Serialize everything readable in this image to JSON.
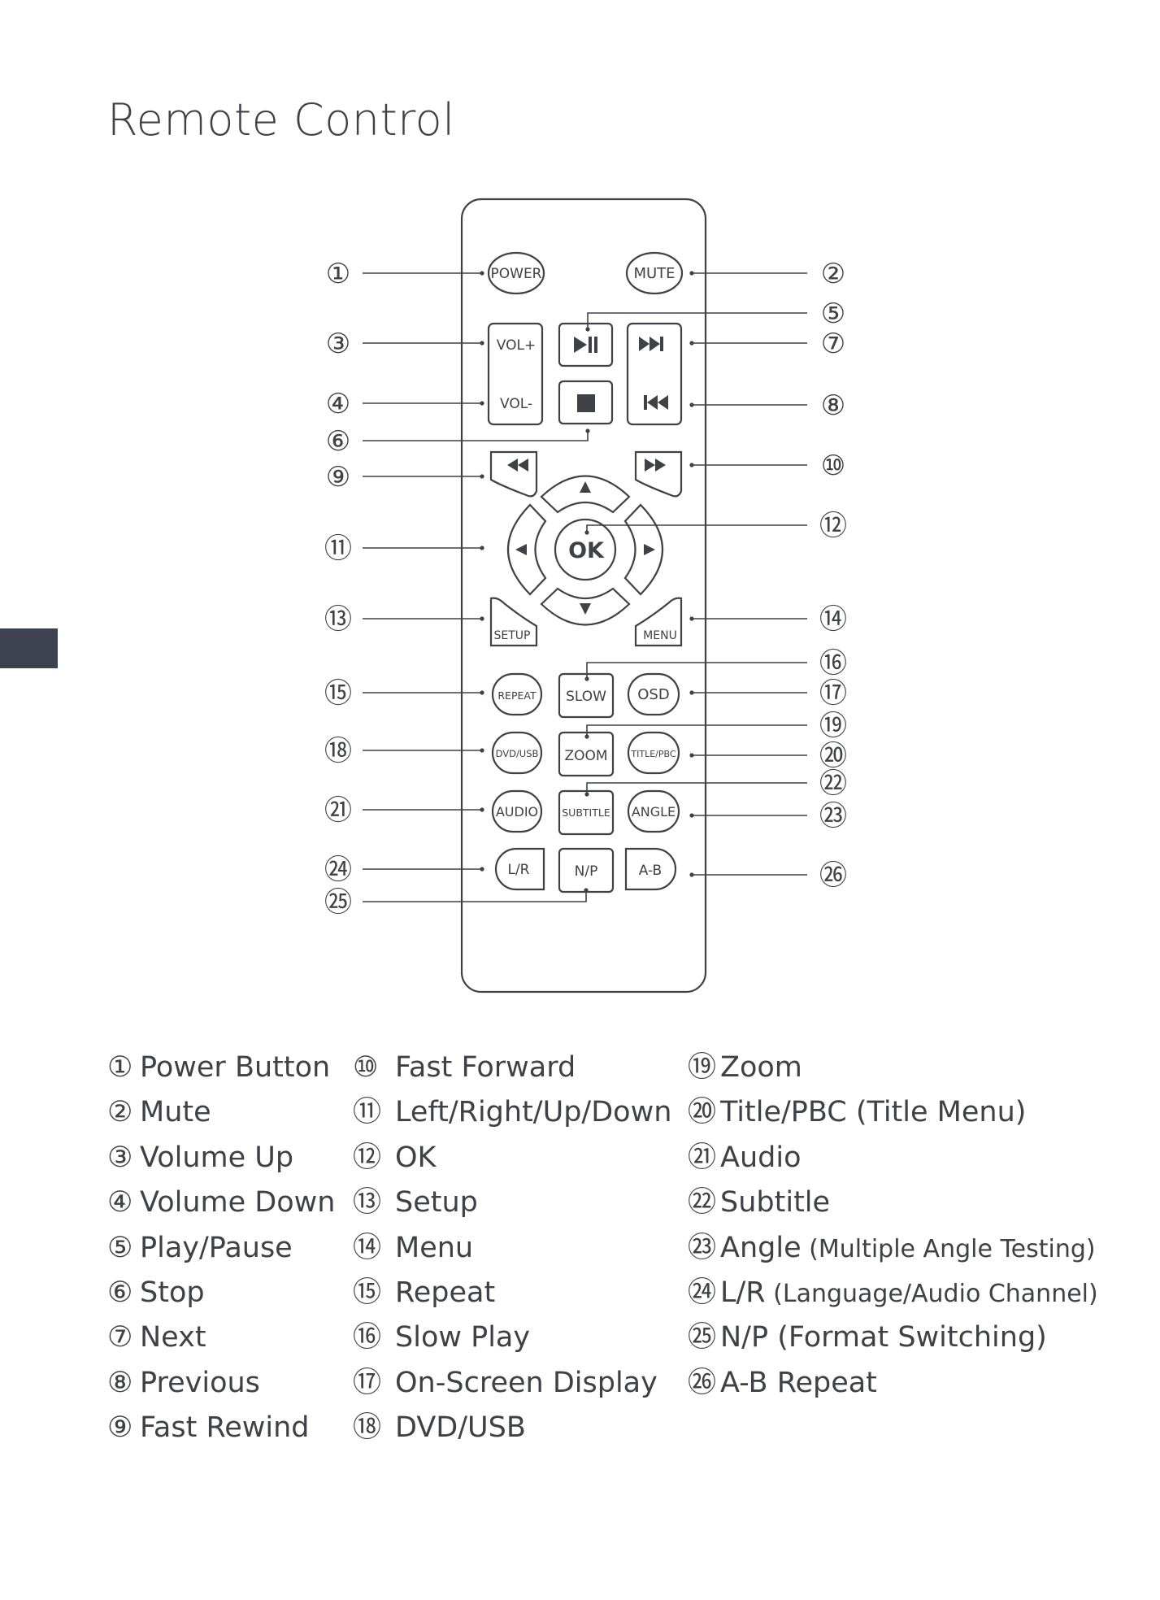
{
  "title": "Remote Control",
  "buttons": {
    "power": "POWER",
    "mute": "MUTE",
    "vol_up": "VOL+",
    "vol_down": "VOL-",
    "ok": "OK",
    "setup": "SETUP",
    "menu": "MENU",
    "repeat": "REPEAT",
    "slow": "SLOW",
    "osd": "OSD",
    "dvd_usb": "DVD/USB",
    "zoom": "ZOOM",
    "title_pbc": "TITLE/PBC",
    "audio": "AUDIO",
    "subtitle": "SUBTITLE",
    "angle": "ANGLE",
    "lr": "L/R",
    "np": "N/P",
    "ab": "A-B"
  },
  "callouts": {
    "c1": "①",
    "c2": "②",
    "c3": "③",
    "c4": "④",
    "c5": "⑤",
    "c6": "⑥",
    "c7": "⑦",
    "c8": "⑧",
    "c9": "⑨",
    "c10": "⑩",
    "c11": "⑪",
    "c12": "⑫",
    "c13": "⑬",
    "c14": "⑭",
    "c15": "⑮",
    "c16": "⑯",
    "c17": "⑰",
    "c18": "⑱",
    "c19": "⑲",
    "c20": "⑳",
    "c21": "㉑",
    "c22": "㉒",
    "c23": "㉓",
    "c24": "㉔",
    "c25": "㉕",
    "c26": "㉖"
  },
  "legend": {
    "col1": [
      {
        "num": "①",
        "label": "Power Button"
      },
      {
        "num": "②",
        "label": "Mute"
      },
      {
        "num": "③",
        "label": "Volume Up"
      },
      {
        "num": "④",
        "label": "Volume Down"
      },
      {
        "num": "⑤",
        "label": "Play/Pause"
      },
      {
        "num": "⑥",
        "label": "Stop"
      },
      {
        "num": "⑦",
        "label": "Next"
      },
      {
        "num": "⑧",
        "label": "Previous"
      },
      {
        "num": "⑨",
        "label": "Fast Rewind"
      }
    ],
    "col2": [
      {
        "num": "⑩",
        "label": "Fast Forward"
      },
      {
        "num": "⑪",
        "label": "Left/Right/Up/Down"
      },
      {
        "num": "⑫",
        "label": "OK"
      },
      {
        "num": "⑬",
        "label": "Setup"
      },
      {
        "num": "⑭",
        "label": "Menu"
      },
      {
        "num": "⑮",
        "label": "Repeat"
      },
      {
        "num": "⑯",
        "label": "Slow Play"
      },
      {
        "num": "⑰",
        "label": "On-Screen Display"
      },
      {
        "num": "⑱",
        "label": "DVD/USB"
      }
    ],
    "col3": [
      {
        "num": "⑲",
        "label": "Zoom",
        "note": ""
      },
      {
        "num": "⑳",
        "label": "Title/PBC (Title Menu)",
        "note": ""
      },
      {
        "num": "㉑",
        "label": "Audio",
        "note": ""
      },
      {
        "num": "㉒",
        "label": "Subtitle",
        "note": ""
      },
      {
        "num": "㉓",
        "label": "Angle",
        "note": " (Multiple Angle Testing)"
      },
      {
        "num": "㉔",
        "label": "L/R",
        "note": " (Language/Audio Channel)"
      },
      {
        "num": "㉕",
        "label": "N/P (Format Switching)",
        "note": ""
      },
      {
        "num": "㉖",
        "label": "A-B Repeat",
        "note": ""
      }
    ]
  }
}
